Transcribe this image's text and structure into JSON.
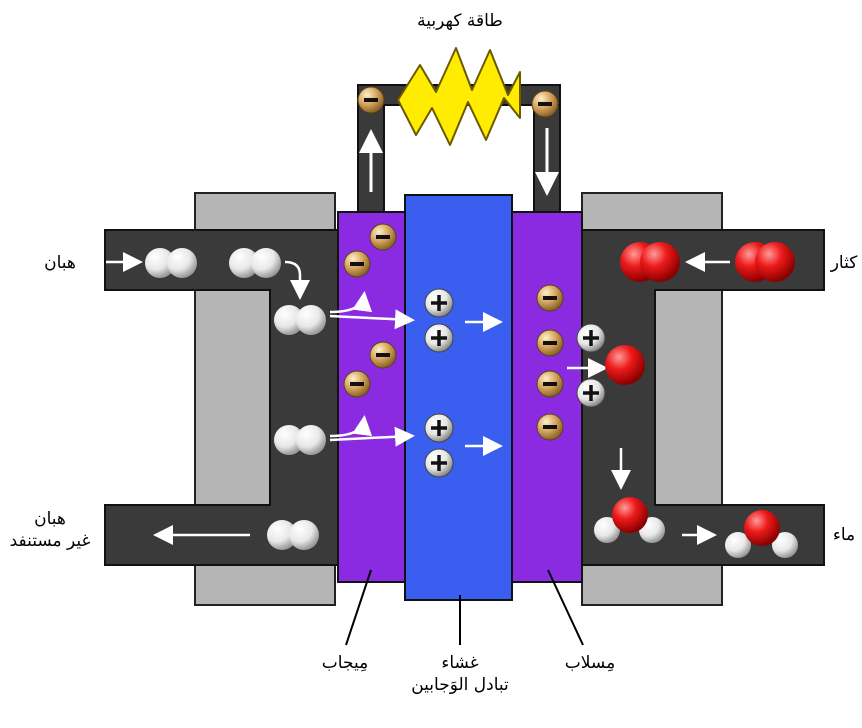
{
  "labels": {
    "power": "طاقة كهربية",
    "hydrogen_in": "هبان",
    "hydrogen_out_line1": "هبان",
    "hydrogen_out_line2": "غير مستنفد",
    "oxygen_in": "كثار",
    "water_out": "ماء",
    "anode": "مِيجاب",
    "cathode": "مِسلاب",
    "membrane_line1": "غشاء",
    "membrane_line2": "تبادل الوَجابين"
  },
  "colors": {
    "channel": "#3a3a3a",
    "housing": "#b5b5b5",
    "electrode": "#8a2be2",
    "membrane": "#3a5ef0",
    "load": "#ffec00",
    "electron": "#c99a55",
    "oxygen": "#e01010",
    "hydrogen": "#f2f2f2"
  }
}
